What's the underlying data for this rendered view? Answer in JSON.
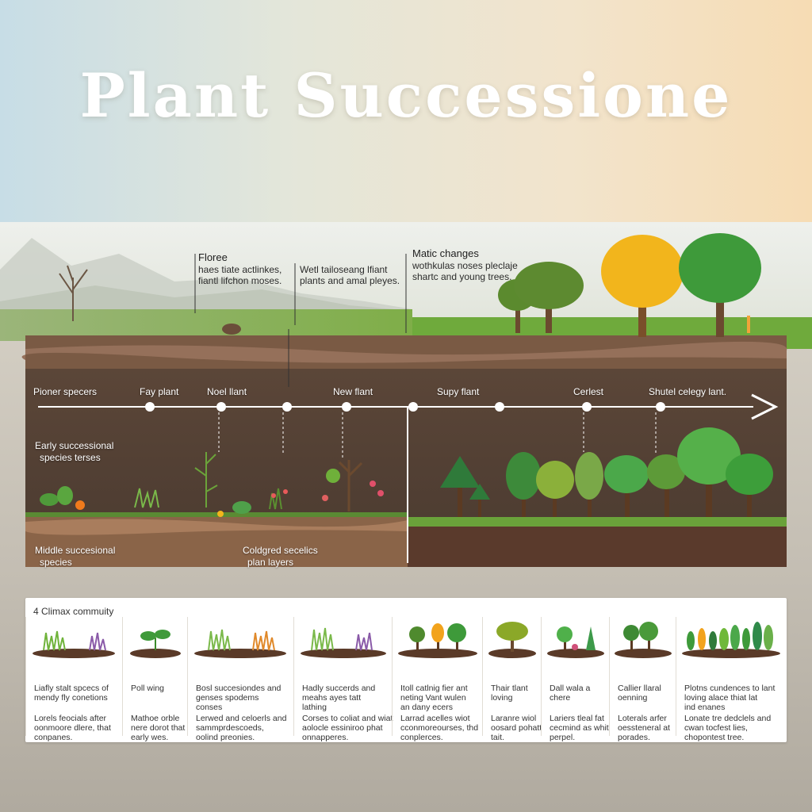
{
  "title": "Plant Successione",
  "annotations": {
    "floree": {
      "title": "Floree",
      "line1": "haes tiate actlinkes,",
      "line2": "fiantl lifchon moses."
    },
    "welt": {
      "line1": "Wetl tailoseang lfiant",
      "line2": "plants and amal pleyes."
    },
    "matic": {
      "title": "Matic changes",
      "line1": "wothkulas noses pleclaje",
      "line2": "shartc and young trees."
    }
  },
  "timeline": {
    "labels": [
      "Pioner specers",
      "Fay plant",
      "Noel llant",
      "New flant",
      "Supy flant",
      "Cerlest",
      "Shutel celegy lant."
    ]
  },
  "side_labels": {
    "early": {
      "line1": "Early successional",
      "line2": "species terses"
    },
    "middle": {
      "line1": "Middle succesional",
      "line2": "species"
    },
    "coldgred": {
      "line1": "Coldgred secelics",
      "line2": "plan layers"
    }
  },
  "panel": {
    "title": "4 Climax commuity",
    "columns": [
      {
        "t1a": "Liafly stalt spcecs of",
        "t1b": "mendy fly conetions",
        "t2a": "Lorels feocials after",
        "t2b": "oonmoore dlere, that",
        "t2c": "conpanes."
      },
      {
        "t1a": "Poll wing",
        "t1b": "",
        "t2a": "Mathoe orble",
        "t2b": "nere dorot that",
        "t2c": "early wes."
      },
      {
        "t1a": "Bosl succesiondes and",
        "t1b": "genses spodems",
        "t1c": "conses",
        "t2a": "Lerwed and celoerls and",
        "t2b": "sammprdescoeds,",
        "t2c": "oolind preonies."
      },
      {
        "t1a": "Hadly succerds and",
        "t1b": "meahs ayes tatt",
        "t1c": "lathing",
        "t2a": "Corses to coliat and wiat",
        "t2b": "aolocle essiniroo phat",
        "t2c": "onnapperes."
      },
      {
        "t1a": "Itoll catlnig fier ant",
        "t1b": "neting Vant wulen",
        "t1c": "an dany ecers",
        "t2a": "Larrad acelles wiot",
        "t2b": "cconmoreourses, thd",
        "t2c": "conplerces."
      },
      {
        "t1a": "Thair tlant",
        "t1b": "loving",
        "t2a": "Laranre wiol",
        "t2b": "oosard pohatt",
        "t2c": "tait."
      },
      {
        "t1a": "Dall wala a",
        "t1b": "chere",
        "t2a": "Lariers tleal fat",
        "t2b": "cecmind as whit",
        "t2c": "perpel."
      },
      {
        "t1a": "Callier llaral",
        "t1b": "oenning",
        "t2a": "Loterals arfer",
        "t2b": "oessteneral at",
        "t2c": "porades."
      },
      {
        "t1a": "Plotns cundences to lant",
        "t1b": "loving alace thiat lat",
        "t1c": "ind enanes",
        "t2a": "Lonate tre dedclels and",
        "t2b": "cwan tocfest lies,",
        "t2c": "chopontest tree."
      }
    ]
  }
}
